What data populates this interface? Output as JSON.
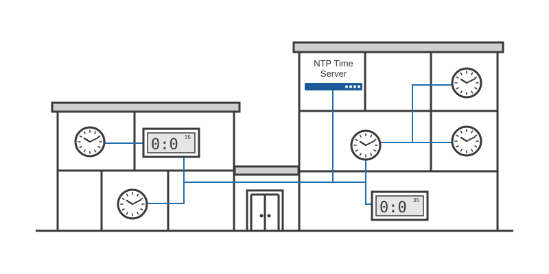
{
  "server": {
    "label_line1": "NTP Time",
    "label_line2": "Server"
  },
  "digital_clocks": [
    {
      "digits": "0:0",
      "seconds": "35"
    },
    {
      "digits": "0:0",
      "seconds": "35"
    }
  ],
  "colors": {
    "outline": "#3a3a3a",
    "roof": "#cfcfcf",
    "wire": "#1f6fb0",
    "server": "#1a5a96"
  }
}
